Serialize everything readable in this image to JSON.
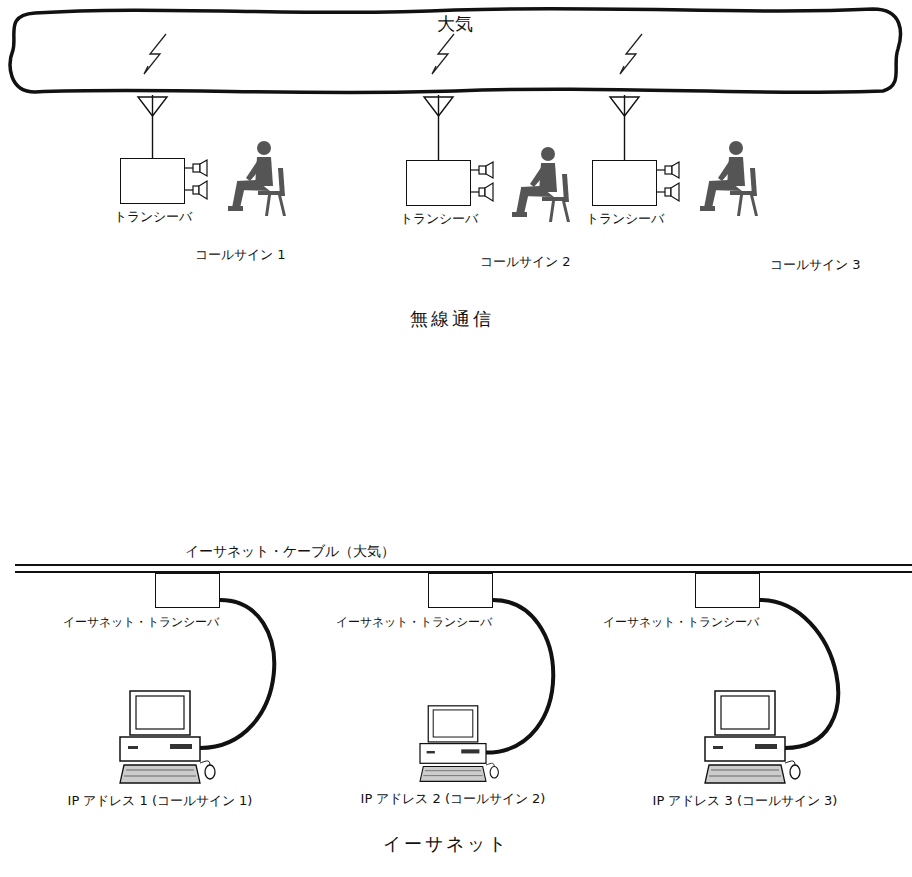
{
  "diagram": {
    "nodes": [
      {
        "text": [
          "大気"
        ]
      },
      {
        "text": [
          "トランシーバ"
        ]
      },
      {
        "text": [
          "トランシーバ"
        ]
      },
      {
        "text": [
          "トランシーバ"
        ]
      },
      {
        "text": [
          "イーサネット・ケーブル（大気）"
        ]
      },
      {
        "text": [
          "イーサネット・トランシーバ"
        ]
      },
      {
        "text": [
          "イーサネット・トランシーバ"
        ]
      },
      {
        "text": [
          "イーサネット・トランシーバ"
        ]
      },
      {
        "text": [
          "IP アドレス 1 (コールサイン 1)"
        ]
      },
      {
        "text": [
          "IP アドレス 2 (コールサイン 2)"
        ]
      },
      {
        "text": [
          "IP アドレス 3 (コールサイン 3)"
        ]
      }
    ],
    "edges": [
      {
        "from": 1,
        "to": 0,
        "arrow": "none"
      },
      {
        "from": 2,
        "to": 0,
        "arrow": "none"
      },
      {
        "from": 3,
        "to": 0,
        "arrow": "none"
      },
      {
        "from": 5,
        "to": 8,
        "arrow": "none"
      },
      {
        "from": 6,
        "to": 9,
        "arrow": "none"
      },
      {
        "from": 7,
        "to": 10,
        "arrow": "none"
      }
    ],
    "labels": [
      "コールサイン 1",
      "コールサイン 2",
      "コールサイン 3",
      "無線通信",
      "イーサネット"
    ]
  }
}
